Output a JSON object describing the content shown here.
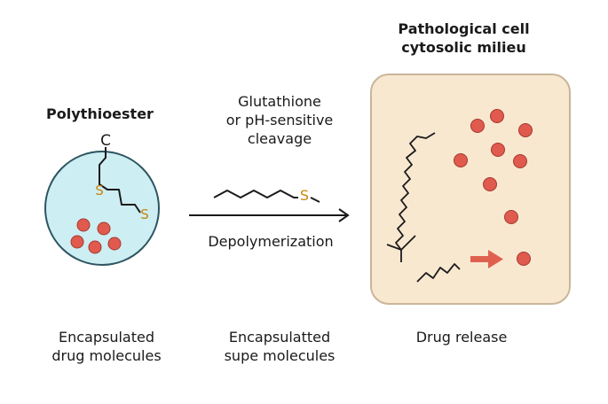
{
  "left": {
    "title": "Polythioester",
    "atom_c": "C",
    "atom_s1": "S",
    "atom_s2": "S",
    "caption_line1": "Encapsulated",
    "caption_line2": "drug molecules"
  },
  "middle": {
    "top_line1": "Glutathione",
    "top_line2": "or pH-sensitive",
    "top_line3": "cleavage",
    "atom_s": "S",
    "arrow_label": "Depolymerization",
    "caption_line1": "Encapsulatted",
    "caption_line2": "supe molecules"
  },
  "right": {
    "title_line1": "Pathological cell",
    "title_line2": "cytosolic milieu",
    "caption": "Drug release"
  },
  "colors": {
    "circle_fill": "#cdeef3",
    "circle_stroke": "#2d5560",
    "cell_fill": "#f8e8d0",
    "cell_stroke": "#c9b59a",
    "drug_fill": "#e05a4e",
    "drug_stroke": "#a63a31",
    "sulfur": "#c8860a",
    "release_arrow": "#e06050"
  }
}
